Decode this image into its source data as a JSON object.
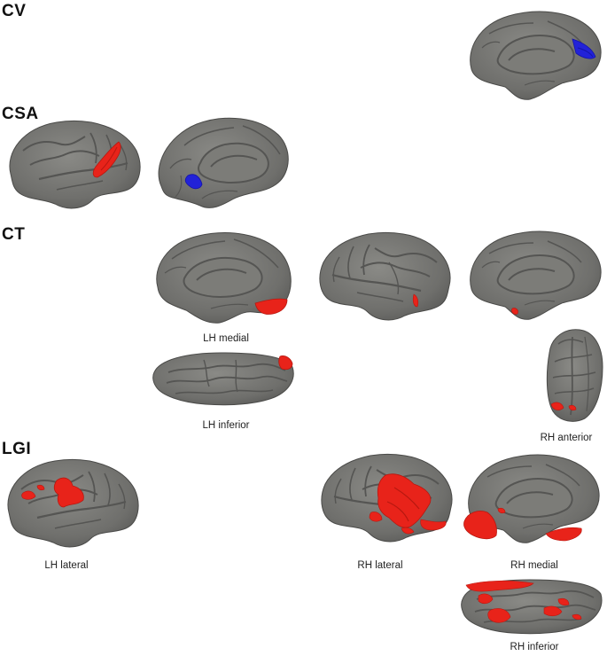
{
  "rows": {
    "cv": "CV",
    "csa": "CSA",
    "ct": "CT",
    "lgi": "LGI"
  },
  "view_labels": {
    "ct_lh_medial": "LH medial",
    "ct_lh_inferior": "LH inferior",
    "ct_rh_anterior": "RH anterior",
    "lgi_lh_lateral": "LH lateral",
    "lgi_rh_lateral": "RH lateral",
    "lgi_rh_medial": "RH medial",
    "lgi_rh_inferior": "RH inferior"
  },
  "colors": {
    "cortex": "#6f6f6c",
    "sulcus": "#555553",
    "outline": "#4a4a48",
    "increase": "#e8231a",
    "decrease": "#2222d8"
  }
}
